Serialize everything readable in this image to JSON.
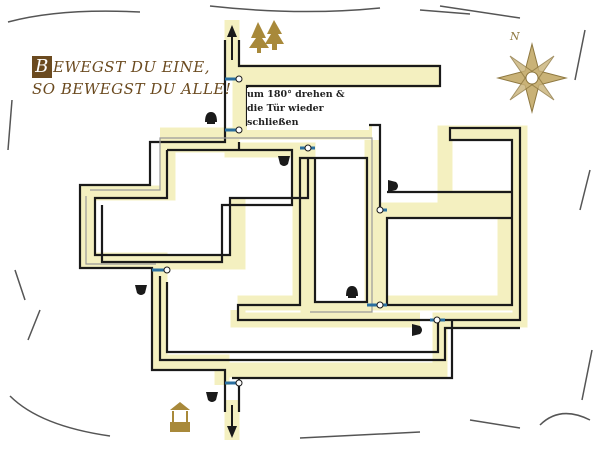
{
  "title": {
    "dropcap": "B",
    "line1_rest": "EWEGST DU EINE,",
    "line2": "SO BEWEGST DU ALLE!"
  },
  "hint": {
    "line1": "um 180° drehen &",
    "line2": "die Tür wieder schließen"
  },
  "icons": {
    "compass": "compass-rose-icon",
    "trees": "trees-icon",
    "well": "well-icon",
    "exit_up": "arrow-up-icon",
    "entrance_down": "arrow-down-icon",
    "guard": "guard-figure-icon"
  },
  "colors": {
    "path_glow": "#f4f0c0",
    "path_line": "#1a1a1a",
    "door": "#2a6fa0",
    "title": "#6b4a1f",
    "compass": "#b49a55",
    "trees": "#a8893a"
  }
}
